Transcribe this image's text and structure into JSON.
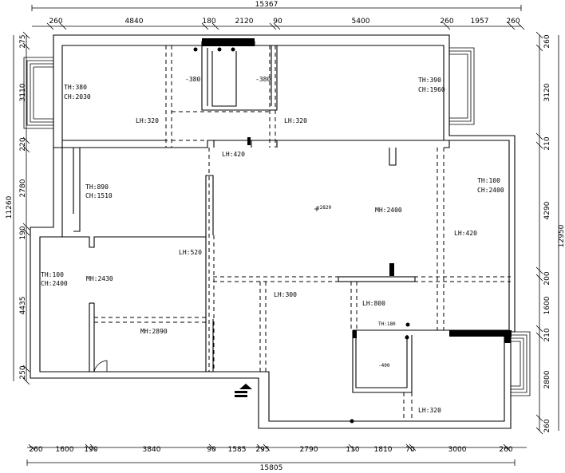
{
  "dimensions": {
    "top_total": "15367",
    "top_segments": [
      "260",
      "4840",
      "180",
      "2120",
      "90",
      "5400",
      "260",
      "1957",
      "260"
    ],
    "bottom_total": "15805",
    "bottom_segments": [
      "260",
      "1600",
      "190",
      "3840",
      "90",
      "1585",
      "295",
      "2790",
      "110",
      "1810",
      "70",
      "3000",
      "260"
    ],
    "left_total": "11260",
    "left_segments": [
      "275",
      "3110",
      "220",
      "2780",
      "190",
      "4435",
      "250"
    ],
    "right_total": "12950",
    "right_segments": [
      "260",
      "3120",
      "210",
      "4290",
      "200",
      "1600",
      "210",
      "2800",
      "260"
    ]
  },
  "labels": {
    "br1_th": "TH:380",
    "br1_ch": "CH:2030",
    "bath_top_left": "-380",
    "bath_top_right": "-380",
    "br2_th": "TH:390",
    "br2_ch": "CH:1960",
    "lh320_a": "LH:320",
    "lh320_b": "LH:320",
    "lh420_corr": "LH:420",
    "study_th": "TH:890",
    "study_ch": "CH:1510",
    "center_mark": "+2820",
    "living_mh": "MH:2400",
    "right_th": "TH:100",
    "right_ch": "CH:2400",
    "lh420_right": "LH:420",
    "lh520": "LH:520",
    "master_th": "TH:100",
    "master_ch": "CH:2400",
    "master_mh": "MH:2430",
    "lh300": "LH:300",
    "lh800": "LH:800",
    "mh2890": "MH:2890",
    "kitchen_th": "TH:180",
    "kitchen_floor": "-400",
    "lh320_bottom": "LH:320"
  }
}
